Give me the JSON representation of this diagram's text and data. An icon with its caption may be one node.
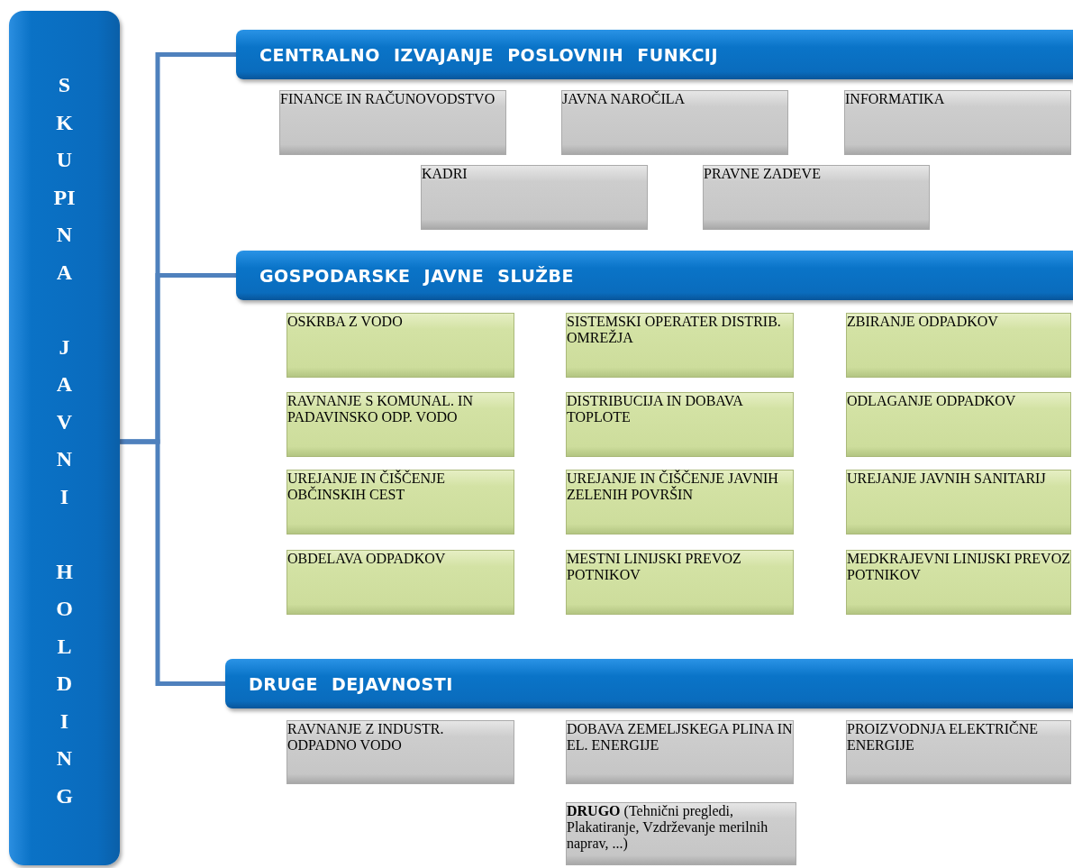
{
  "diagram": {
    "nodes": [
      {
        "text": [
          "SKUPINA JAVNI HOLDING"
        ]
      },
      {
        "text": [
          "CENTRALNO IZVAJANJE POSLOVNIH FUNKCIJ"
        ]
      },
      {
        "text": [
          "FINANCE IN RAČUNOVODSTVO"
        ]
      },
      {
        "text": [
          "JAVNA NAROČILA"
        ]
      },
      {
        "text": [
          "INFORMATIKA"
        ]
      },
      {
        "text": [
          "KADRI"
        ]
      },
      {
        "text": [
          "PRAVNE ZADEVE"
        ]
      },
      {
        "text": [
          "GOSPODARSKE JAVNE SLUŽBE"
        ]
      },
      {
        "text": [
          "OSKRBA Z VODO"
        ]
      },
      {
        "text": [
          "SISTEMSKI OPERATER DISTRIB. OMREŽJA"
        ]
      },
      {
        "text": [
          "ZBIRANJE ODPADKOV"
        ]
      },
      {
        "text": [
          "RAVNANJE S KOMUNAL. IN PADAVINSKO ODP. VODO"
        ]
      },
      {
        "text": [
          "DISTRIBUCIJA IN DOBAVA TOPLOTE"
        ]
      },
      {
        "text": [
          "ODLAGANJE ODPADKOV"
        ]
      },
      {
        "text": [
          "UREJANJE IN ČIŠČENJE OBČINSKIH CEST"
        ]
      },
      {
        "text": [
          "UREJANJE IN ČIŠČENJE JAVNIH ZELENIH POVRŠIN"
        ]
      },
      {
        "text": [
          "UREJANJE JAVNIH SANITARIJ"
        ]
      },
      {
        "text": [
          "OBDELAVA ODPADKOV"
        ]
      },
      {
        "text": [
          "MESTNI LINIJSKI PREVOZ POTNIKOV"
        ]
      },
      {
        "text": [
          "MEDKRAJEVNI LINIJSKI PREVOZ POTNIKOV"
        ]
      },
      {
        "text": [
          "DRUGE DEJAVNOSTI"
        ]
      },
      {
        "text": [
          "RAVNANJE Z INDUSTR. ODPADNO VODO"
        ]
      },
      {
        "text": [
          "DOBAVA ZEMELJSKEGA PLINA IN EL. ENERGIJE"
        ]
      },
      {
        "text": [
          "PROIZVODNJA ELEKTRIČNE ENERGIJE"
        ]
      },
      {
        "text": [
          "**DRUGO** (Tehnični pregledi, Plakatiranje, Vzdrževanje merilnih naprav, ...)"
        ]
      }
    ],
    "edges": [
      {
        "from": 0,
        "to": 1,
        "arrow": "none"
      },
      {
        "from": 0,
        "to": 7,
        "arrow": "none"
      },
      {
        "from": 0,
        "to": 20,
        "arrow": "none"
      }
    ]
  }
}
